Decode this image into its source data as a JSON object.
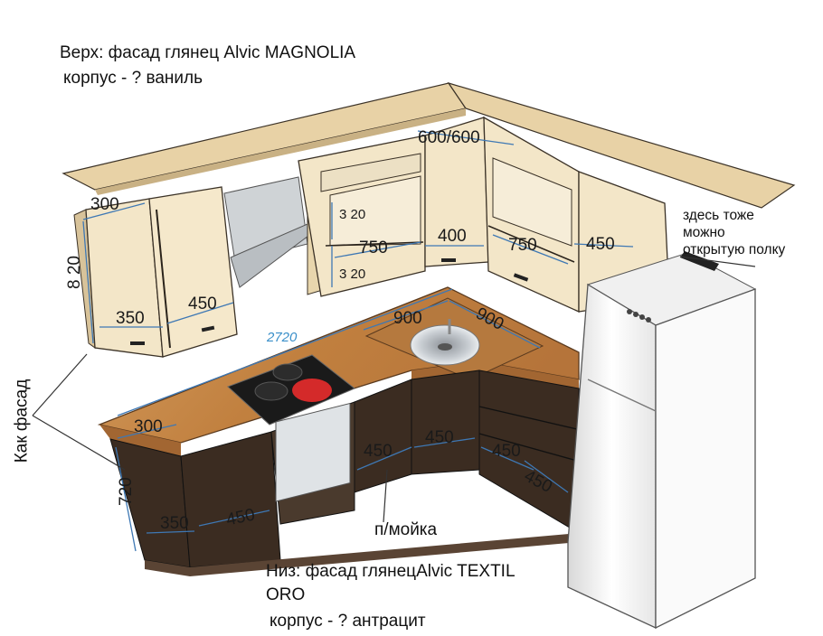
{
  "notes": {
    "top_line1": "Верх: фасад   глянец Alvic  MAGNOLIA",
    "top_line2": "корпус - ? ваниль",
    "shelf_line1": "здесь тоже",
    "shelf_line2": "можно",
    "shelf_line3": "открытую полку",
    "side_label": "Как  фасад",
    "sink_label": "п/мойка",
    "bottom_line1": "Низ: фасад  глянецAlvic TEXTIL",
    "bottom_line2": "ORO",
    "bottom_line3": "корпус - ? антрацит"
  },
  "dimensions": {
    "upper_corner_depth": "300",
    "upper_height": "8 20",
    "upper_left_350": "350",
    "upper_left_450": "450",
    "corner_upper": "600/600",
    "shelf_320_top": "3 20",
    "shelf_320_bottom": "3 20",
    "upper_750_left": "750",
    "upper_400": "400",
    "upper_750_right": "750",
    "upper_450_right": "450",
    "total_length": "2720",
    "sink_900_left": "900",
    "sink_900_right": "900",
    "lower_corner_depth": "300",
    "lower_height": "720",
    "lower_350": "350",
    "lower_450_left": "450",
    "lower_450_sink_left": "450",
    "lower_450_sink_right": "450",
    "lower_450_right_a": "450",
    "lower_450_right_b": "450"
  },
  "colors": {
    "upper_facade": "#f3e6c8",
    "upper_body": "#e8d6ad",
    "countertop": "#c98a4e",
    "lower_facade": "#3a2a20",
    "fridge": "#f4f4f4",
    "dimension_line": "#3e78b4",
    "total_length_text": "#3a8fc9"
  }
}
